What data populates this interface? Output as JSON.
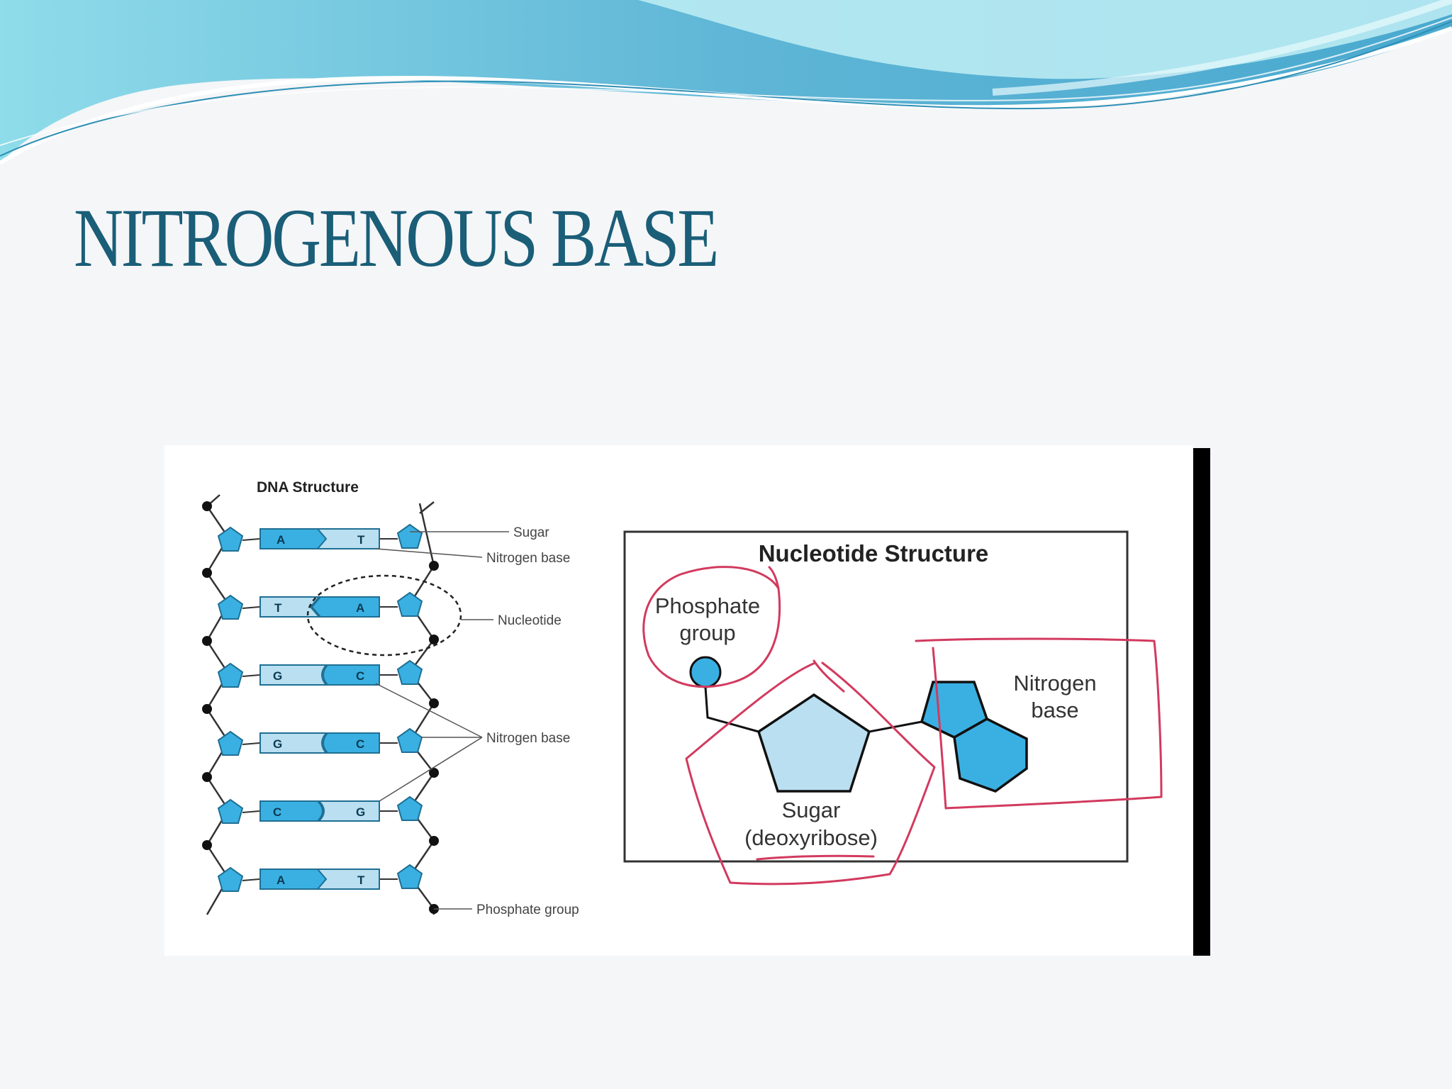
{
  "slide": {
    "title": "NITROGENOUS BASE",
    "colors": {
      "title": "#1a5e78",
      "wave_dark": "#4aa9cf",
      "wave_light": "#8fdcea",
      "base_fill": "#3ab0e2",
      "sugar_fill": "#b9dff1",
      "annotation": "#d23a5e"
    }
  },
  "dna": {
    "title": "DNA Structure",
    "pairs": [
      {
        "left": "A",
        "right": "T"
      },
      {
        "left": "T",
        "right": "A"
      },
      {
        "left": "G",
        "right": "C"
      },
      {
        "left": "G",
        "right": "C"
      },
      {
        "left": "C",
        "right": "G"
      },
      {
        "left": "A",
        "right": "T"
      }
    ],
    "labels": {
      "sugar": "Sugar",
      "nitrogen_base_top": "Nitrogen base",
      "nucleotide": "Nucleotide",
      "nitrogen_base_mid": "Nitrogen base",
      "phosphate": "Phosphate group"
    }
  },
  "nucleotide": {
    "title": "Nucleotide Structure",
    "phosphate_line1": "Phosphate",
    "phosphate_line2": "group",
    "nitrogen_line1": "Nitrogen",
    "nitrogen_line2": "base",
    "sugar_line1": "Sugar",
    "sugar_line2": "(deoxyribose)"
  }
}
